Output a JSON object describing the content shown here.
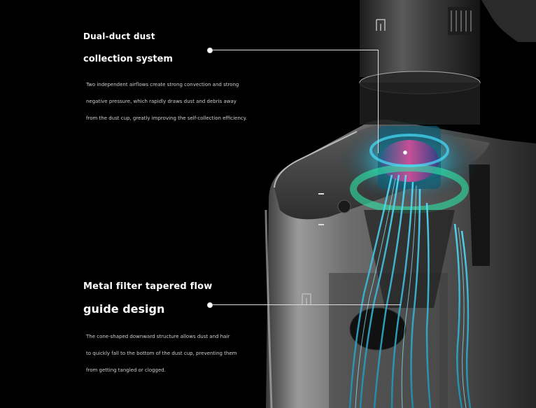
{
  "features": [
    {
      "title_line1": "Dual-duct dust",
      "title_line2": "collection system",
      "body_lines": [
        "Two independent airflows create strong convection and strong",
        "negative pressure, which rapidly draws dust and debris away",
        "from the dust cup, greatly improving the self-collection efficiency."
      ]
    },
    {
      "title_line1": "Metal filter tapered flow",
      "title_line2": "guide design",
      "body_lines": [
        "The cone-shaped downward structure allows dust and hair",
        "to quickly fall to the bottom of the dust cup, preventing them",
        "from getting tangled or clogged."
      ]
    }
  ],
  "colors": {
    "background": "#000000",
    "airflow_cyan": "#34d6f0",
    "airflow_green": "#2ee8a8",
    "filter_magenta": "#d63a8a",
    "station_silver": "#8a8a8a"
  },
  "icons": {
    "brand_logo": "mi-logo-icon"
  }
}
